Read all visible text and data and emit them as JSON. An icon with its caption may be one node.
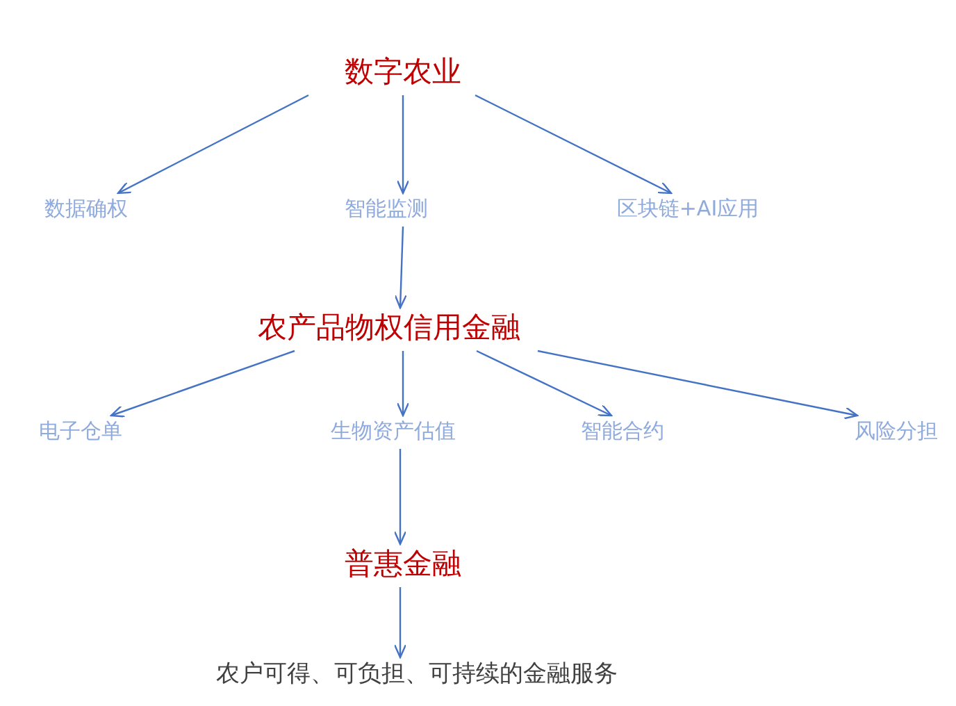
{
  "diagram": {
    "nodes": [
      {
        "text": [
          "数字农业"
        ]
      },
      {
        "text": [
          "数据确权"
        ]
      },
      {
        "text": [
          "智能监测"
        ]
      },
      {
        "text": [
          "区块链+AI应用"
        ]
      },
      {
        "text": [
          "农产品物权信用金融"
        ]
      },
      {
        "text": [
          "电子仓单"
        ]
      },
      {
        "text": [
          "生物资产估值"
        ]
      },
      {
        "text": [
          "智能合约"
        ]
      },
      {
        "text": [
          "风险分担"
        ]
      },
      {
        "text": [
          "普惠金融"
        ]
      },
      {
        "text": [
          "农户可得、可负担、可持续的金融服务"
        ]
      }
    ],
    "edges": [
      {
        "from": 0,
        "to": 1,
        "arrow": "to"
      },
      {
        "from": 0,
        "to": 2,
        "arrow": "to"
      },
      {
        "from": 0,
        "to": 3,
        "arrow": "to"
      },
      {
        "from": 2,
        "to": 4,
        "arrow": "to"
      },
      {
        "from": 4,
        "to": 5,
        "arrow": "to"
      },
      {
        "from": 4,
        "to": 6,
        "arrow": "to"
      },
      {
        "from": 4,
        "to": 7,
        "arrow": "to"
      },
      {
        "from": 4,
        "to": 8,
        "arrow": "to"
      },
      {
        "from": 6,
        "to": 9,
        "arrow": "to"
      },
      {
        "from": 9,
        "to": 10,
        "arrow": "to"
      }
    ]
  }
}
